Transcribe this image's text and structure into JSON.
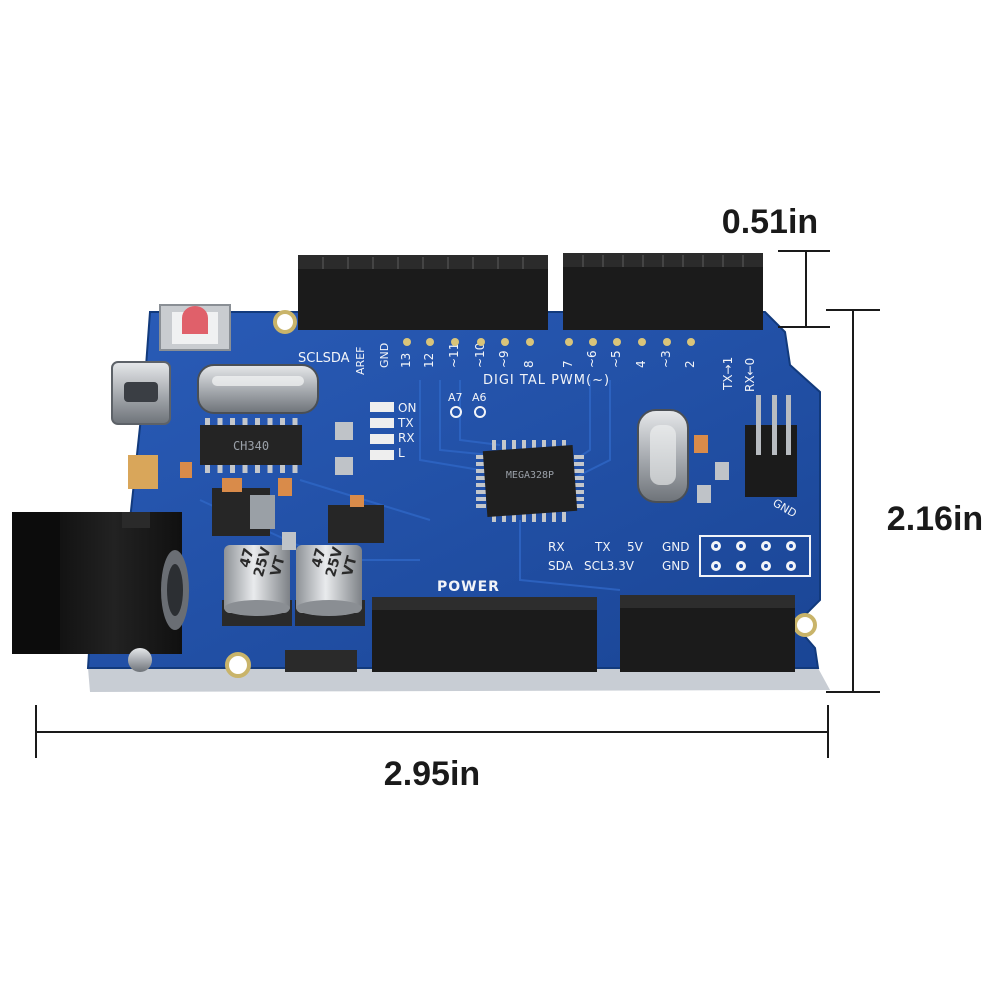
{
  "dimensions": {
    "header_height": "0.51in",
    "board_height": "2.16in",
    "board_width": "2.95in"
  },
  "silkscreen": {
    "top_left_pins": "SCLSDA",
    "aref": "AREF",
    "gnd": "GND",
    "digital_pins": [
      "13",
      "12",
      "~11",
      "~10",
      "~9",
      "8",
      "7",
      "~6",
      "~5",
      "4",
      "~3",
      "2"
    ],
    "tx": "TX→1",
    "rx": "RX←0",
    "digital_label": "DIGI TAL PWM(~)",
    "analog_extra": [
      "A7",
      "A6"
    ],
    "leds": [
      "ON",
      "TX",
      "RX",
      "L"
    ],
    "icsp_gnd": "GND",
    "bottom_row_1": [
      "RX",
      "TX",
      "5V",
      "GND"
    ],
    "bottom_row_2": [
      "SDA",
      "SCL3.3V",
      "GND"
    ],
    "power": "POWER"
  },
  "components": {
    "usb_chip": "CH340",
    "capacitor_1": [
      "47",
      "25V",
      "VT"
    ],
    "capacitor_2": [
      "47",
      "25V",
      "VT"
    ],
    "mcu": "MEGA328P"
  },
  "colors": {
    "pcb": "#1f4fa8",
    "pcb_dark": "#173d85",
    "header": "#1b1b1b",
    "dimension_line": "#1a1a1a",
    "reset_button": "#e0606a"
  }
}
